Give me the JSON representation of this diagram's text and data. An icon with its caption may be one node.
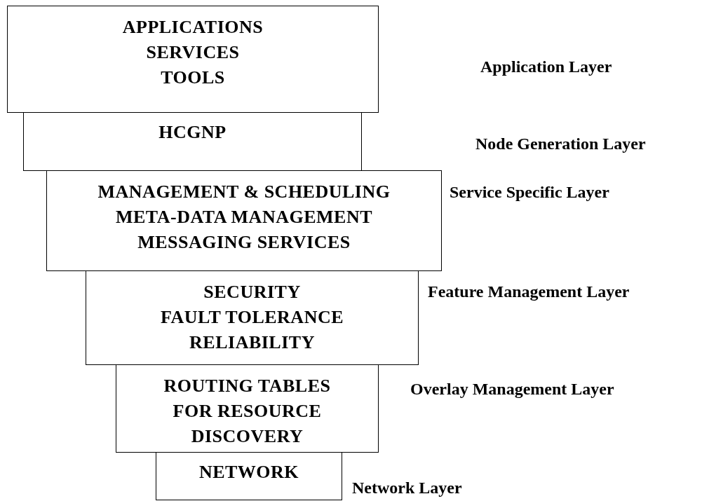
{
  "diagram": {
    "nodes": [
      {
        "text": [
          "APPLICATIONS",
          "SERVICES",
          "TOOLS"
        ]
      },
      {
        "text": [
          "HCGNP"
        ]
      },
      {
        "text": [
          "MANAGEMENT & SCHEDULING",
          "META-DATA MANAGEMENT",
          "MESSAGING SERVICES"
        ]
      },
      {
        "text": [
          "SECURITY",
          "FAULT TOLERANCE",
          "RELIABILITY"
        ]
      },
      {
        "text": [
          "ROUTING TABLES FOR RESOURCE DISCOVERY"
        ]
      },
      {
        "text": [
          "NETWORK"
        ]
      }
    ],
    "labels": [
      "Application Layer",
      "Node Generation Layer",
      "Service Specific Layer",
      "Feature Management Layer",
      "Overlay Management Layer",
      "Network Layer"
    ]
  }
}
